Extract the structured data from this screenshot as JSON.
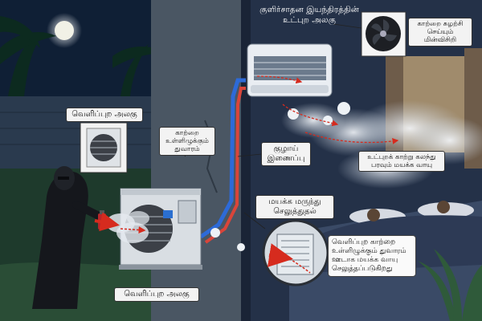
{
  "labels": {
    "indoor_unit": "குளிர்சாதன இயந்திரத்தின் உட்புற அலகு",
    "fan": "காற்றை சுழற்சி செய்யும் மின்விசிறி",
    "outdoor_inset": "வெளிப்புற அலகு",
    "air_intake": "காற்றை உள்ளிழுக்கும் துவாரம்",
    "pipe": "குழாய் இணைப்பு",
    "spread": "உட்புறக் காற்று கலந்து பரவும் மயக்க வாயு",
    "injection": "மயக்க மருந்து செலுத்துதல்",
    "injection_note": "வெளிப்புற காற்றை உள்ளிழுக்கும் துவாரம் ஊடாக மயக்க வாயு செலுத்தப்படுகிறது",
    "outdoor_unit": "வெளிப்புற அலகு"
  },
  "colors": {
    "night_sky": "#0f1f35",
    "wall": "#4a5663",
    "bedroom": "#243148",
    "gas": "#e8eef5",
    "arrow": "#d62b1e",
    "pipe_cold": "#2d6ad8",
    "pipe_hot": "#d9453a"
  }
}
